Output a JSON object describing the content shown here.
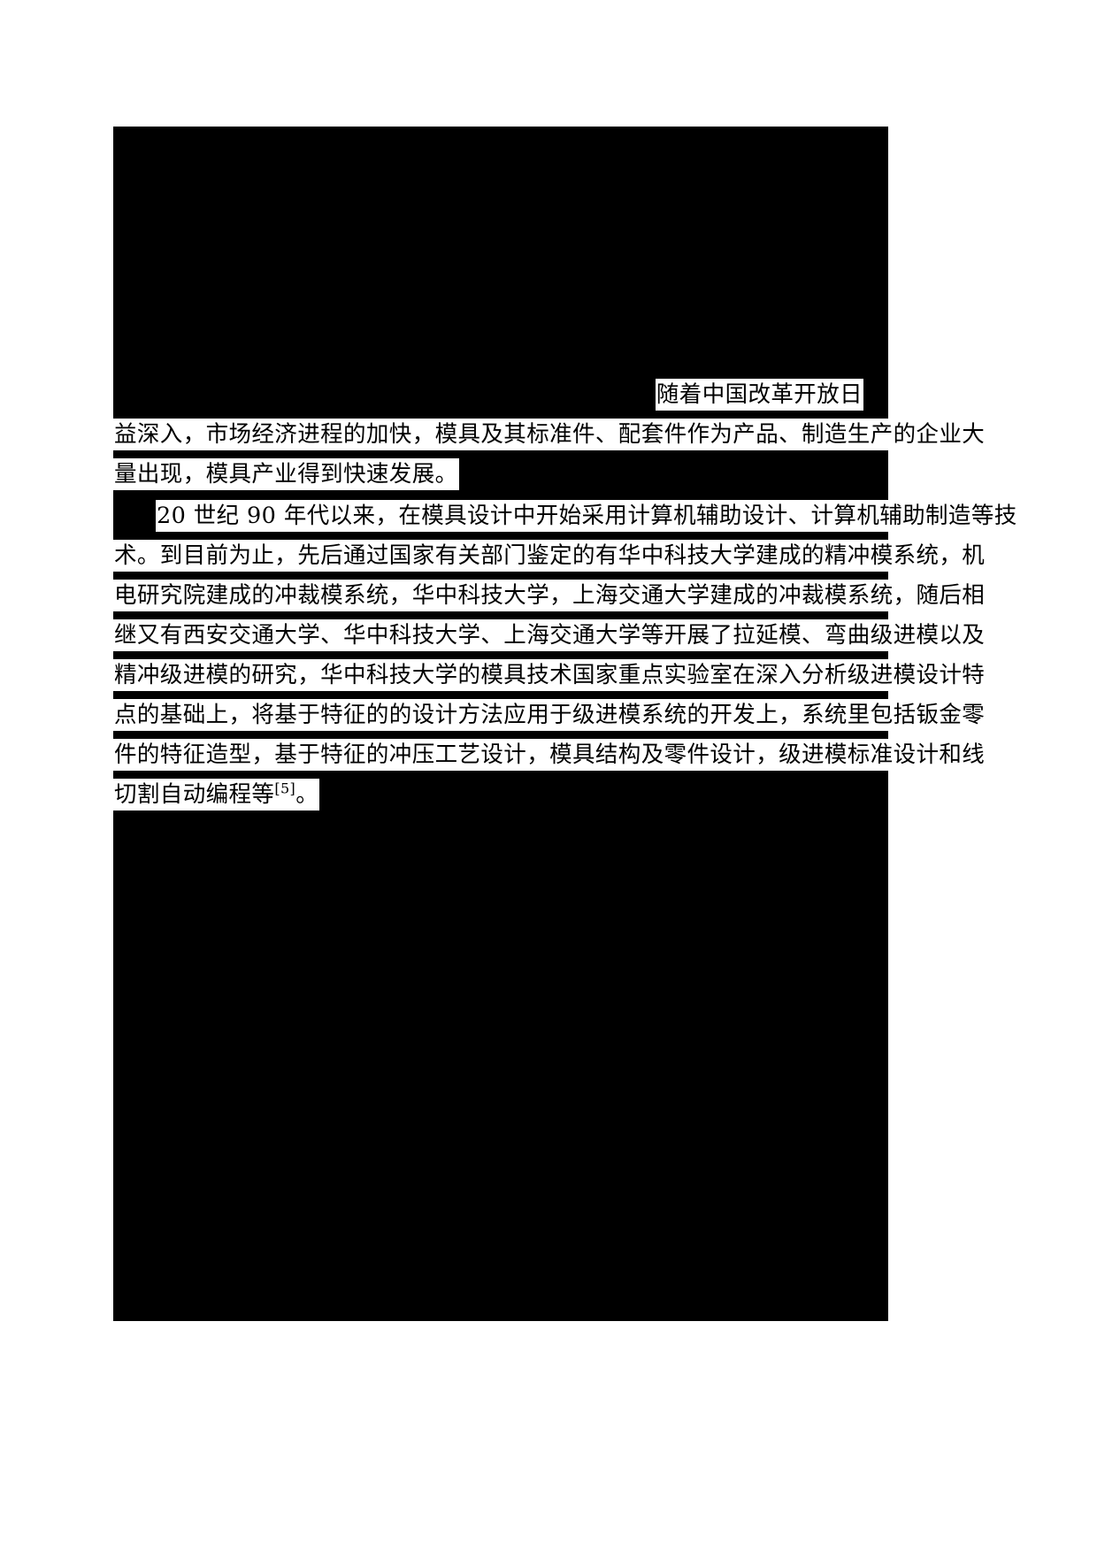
{
  "document": {
    "kind": "scanned-page",
    "colors": {
      "page_background": "#ffffff",
      "plate": "#000000",
      "highlight_band": "#ffffff",
      "text": "#000000"
    },
    "paragraphs": [
      {
        "id": "paragraph-1",
        "lines": [
          {
            "id": "p1-l1",
            "text": "随着中国改革开放日",
            "align": "right",
            "indent": false
          },
          {
            "id": "p1-l2",
            "text": "益深入，市场经济进程的加快，模具及其标准件、配套件作为产品、制造生产的企业大",
            "align": "left",
            "indent": false
          },
          {
            "id": "p1-l3",
            "text": "量出现，模具产业得到快速发展。",
            "align": "left",
            "indent": false
          }
        ]
      },
      {
        "id": "paragraph-2",
        "lines": [
          {
            "id": "p2-l1",
            "text": "20 世纪 90 年代以来，在模具设计中开始采用计算机辅助设计、计算机辅助制造等技",
            "align": "left",
            "indent": true
          },
          {
            "id": "p2-l2",
            "text": "术。到目前为止，先后通过国家有关部门鉴定的有华中科技大学建成的精冲模系统，机",
            "align": "left",
            "indent": false
          },
          {
            "id": "p2-l3",
            "text": "电研究院建成的冲裁模系统，华中科技大学，上海交通大学建成的冲裁模系统，随后相",
            "align": "left",
            "indent": false
          },
          {
            "id": "p2-l4",
            "text": "继又有西安交通大学、华中科技大学、上海交通大学等开展了拉延模、弯曲级进模以及",
            "align": "left",
            "indent": false
          },
          {
            "id": "p2-l5",
            "text": "精冲级进模的研究，华中科技大学的模具技术国家重点实验室在深入分析级进模设计特",
            "align": "left",
            "indent": false
          },
          {
            "id": "p2-l6",
            "text": "点的基础上，将基于特征的的设计方法应用于级进模系统的开发上，系统里包括钣金零",
            "align": "left",
            "indent": false
          },
          {
            "id": "p2-l7",
            "text": "件的特征造型，基于特征的冲压工艺设计，模具结构及零件设计，级进模标准设计和线",
            "align": "left",
            "indent": false
          },
          {
            "id": "p2-l8",
            "text": "切割自动编程等",
            "suffix_superscript": "[5]",
            "suffix_after": "。",
            "align": "left",
            "indent": false
          }
        ]
      }
    ]
  }
}
